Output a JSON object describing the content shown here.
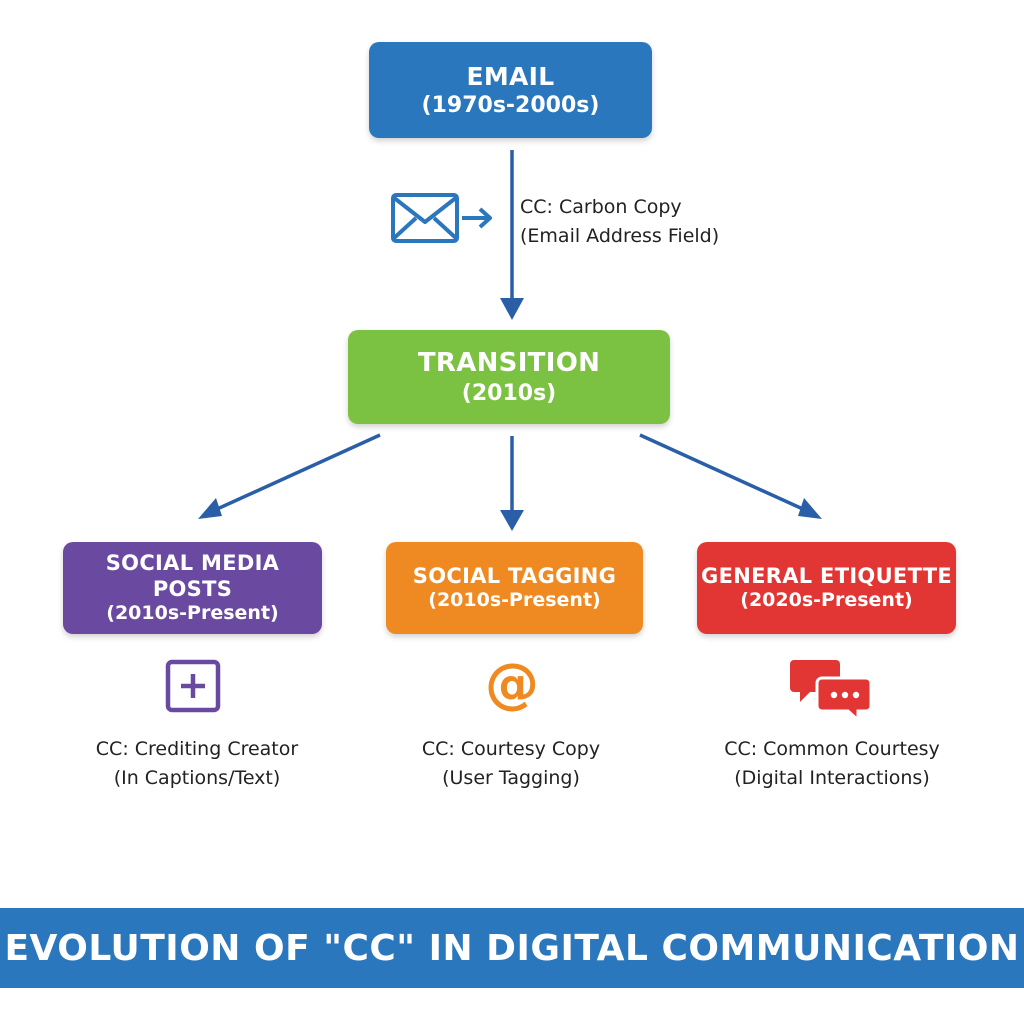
{
  "colors": {
    "email": "#2a77bd",
    "transition": "#7cc242",
    "social_media": "#6a4aa0",
    "social_tagging": "#ef8a22",
    "general_etiquette": "#e23634",
    "arrow": "#2a5fa8",
    "banner": "#2a77bd"
  },
  "nodes": {
    "email": {
      "title": "EMAIL",
      "period": "(1970s-2000s)"
    },
    "transition": {
      "title": "TRANSITION",
      "period": "(2010s)"
    },
    "social_media": {
      "title": "SOCIAL MEDIA POSTS",
      "period": "(2010s-Present)"
    },
    "social_tagging": {
      "title": "SOCIAL TAGGING",
      "period": "(2010s-Present)"
    },
    "general_etiquette": {
      "title": "GENERAL ETIQUETTE",
      "period": "(2020s-Present)"
    }
  },
  "notes": {
    "email": {
      "line1": "CC: Carbon Copy",
      "line2": "(Email Address Field)",
      "icon": "envelope-send-icon"
    },
    "social_media": {
      "line1": "CC: Crediting Creator",
      "line2": "(In Captions/Text)",
      "icon": "plus-square-icon"
    },
    "social_tagging": {
      "line1": "CC: Courtesy Copy",
      "line2": "(User Tagging)",
      "icon": "at-sign-icon"
    },
    "general_etiquette": {
      "line1": "CC: Common Courtesy",
      "line2": "(Digital Interactions)",
      "icon": "chat-bubbles-icon"
    }
  },
  "at_symbol": "@",
  "footer": {
    "title": "EVOLUTION OF \"CC\" IN DIGITAL COMMUNICATION"
  }
}
